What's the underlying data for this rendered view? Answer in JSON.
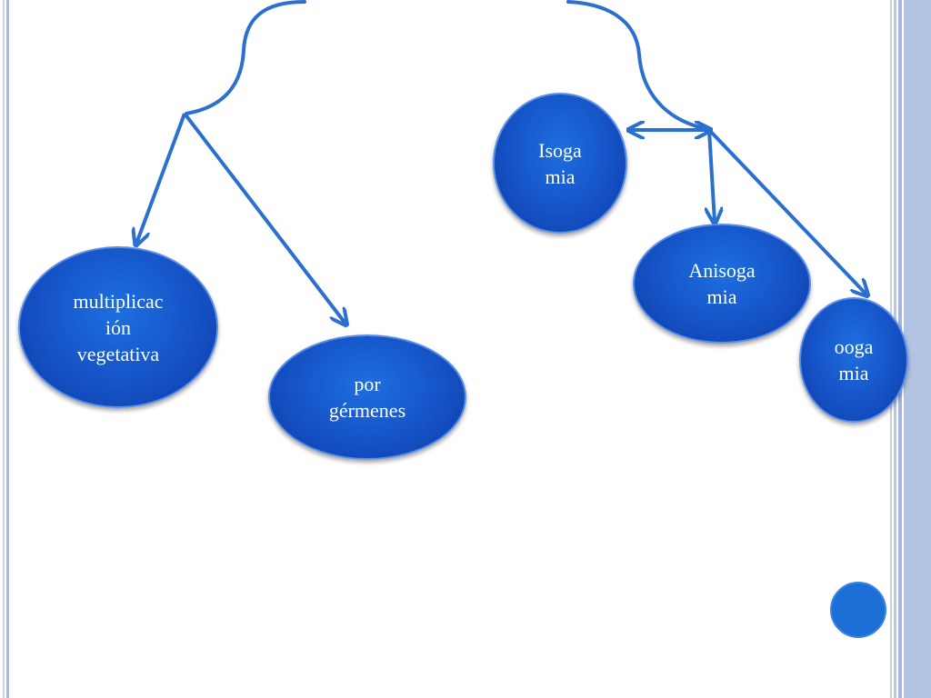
{
  "nodes": {
    "multiplicacion": "multiplicac\nión\nvegetativa",
    "germenes": "por\ngérmenes",
    "isogamia": "Isoga\nmia",
    "anisogamia": "Anisoga\nmia",
    "oogamia": "ooga\nmia"
  },
  "colors": {
    "node_fill": "#1553c6",
    "arrow": "#2b6fd0",
    "frame": "#a9bbdf"
  }
}
